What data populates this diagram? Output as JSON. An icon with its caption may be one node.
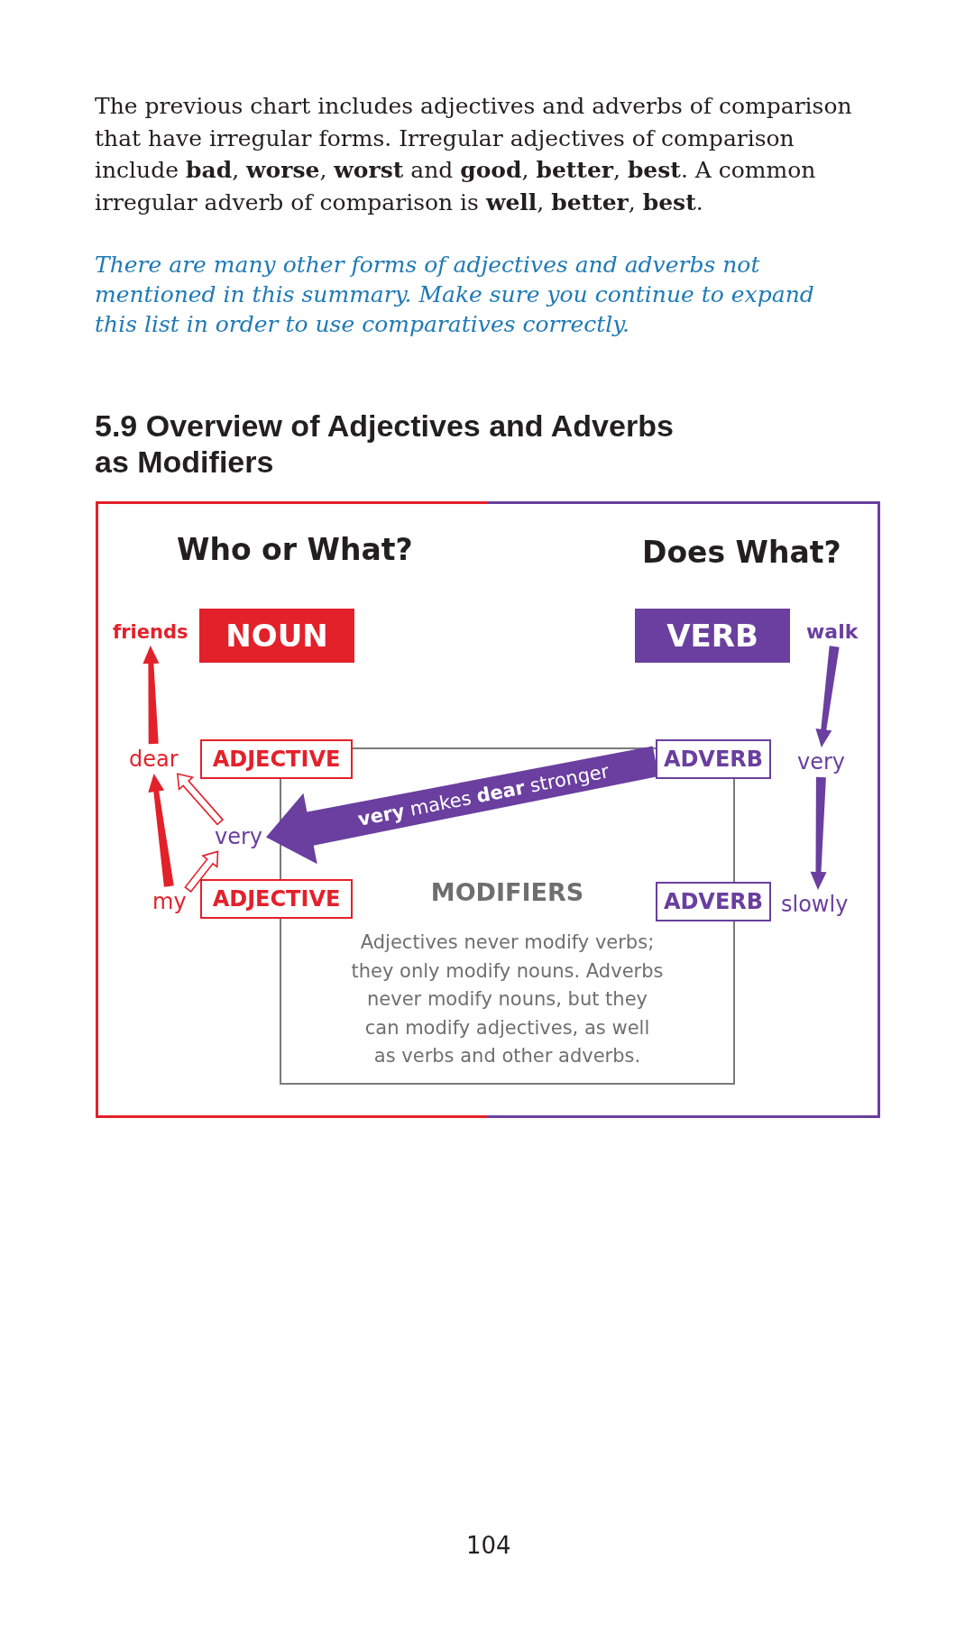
{
  "diagram": {
    "title": "5.9 Overview of Adjectives and Adverbs as Modifiers",
    "nodes": [
      {
        "text": [
          "Who or What?",
          "Does What?"
        ]
      },
      {
        "text": [
          "friends"
        ],
        "in": 0
      },
      {
        "text": [
          "NOUN"
        ],
        "in": 0
      },
      {
        "text": [
          "VERB"
        ],
        "in": 0
      },
      {
        "text": [
          "walk"
        ],
        "in": 0
      },
      {
        "text": [
          "dear"
        ],
        "in": 0
      },
      {
        "text": [
          "ADJECTIVE"
        ],
        "in": 0
      },
      {
        "text": [
          "ADVERB"
        ],
        "in": 0
      },
      {
        "text": [
          "very"
        ],
        "in": 0
      },
      {
        "text": [
          "very"
        ],
        "in": 0
      },
      {
        "text": [
          "my"
        ],
        "in": 0
      },
      {
        "text": [
          "ADJECTIVE"
        ],
        "in": 0
      },
      {
        "text": [
          "MODIFIERS",
          "Adjectives never modify verbs; they only modify nouns. Adverbs never modify nouns, but they can modify adjectives, as well as verbs and other adverbs."
        ],
        "in": 0
      },
      {
        "text": [
          "ADVERB"
        ],
        "in": 0
      },
      {
        "text": [
          "slowly"
        ],
        "in": 0
      }
    ],
    "edges": [
      {
        "from": 10,
        "to": 5,
        "arrow": "to",
        "style": "thick",
        "color": "#e3212b"
      },
      {
        "from": 5,
        "to": 1,
        "arrow": "to",
        "style": "thick",
        "color": "#e3212b"
      },
      {
        "from": 4,
        "to": 8,
        "arrow": "to",
        "style": "thick",
        "color": "#6a3f9f"
      },
      {
        "from": 8,
        "to": 14,
        "arrow": "to",
        "style": "thick",
        "color": "#6a3f9f"
      },
      {
        "from": 10,
        "to": 9,
        "arrow": "to",
        "color": "#e3212b"
      },
      {
        "from": 9,
        "to": 5,
        "arrow": "to",
        "color": "#e3212b"
      },
      {
        "from": 7,
        "to": 9,
        "arrow": "to",
        "label": "**very** makes **dear** stronger",
        "style": "thick",
        "color": "#6a3f9f"
      }
    ],
    "labels": [
      "The previous chart includes adjectives and adverbs of comparison that have irregular forms. Irregular adjectives of comparison include **bad**, **worse**, **worst** and **good**, **better**, **best**. A common irregular adverb of comparison is **well**, **better**, **best**.",
      "There are many other forms of adjectives and adverbs not mentioned in this summary. Make sure you continue to expand this list in order to use comparatives correctly.",
      "104"
    ]
  }
}
